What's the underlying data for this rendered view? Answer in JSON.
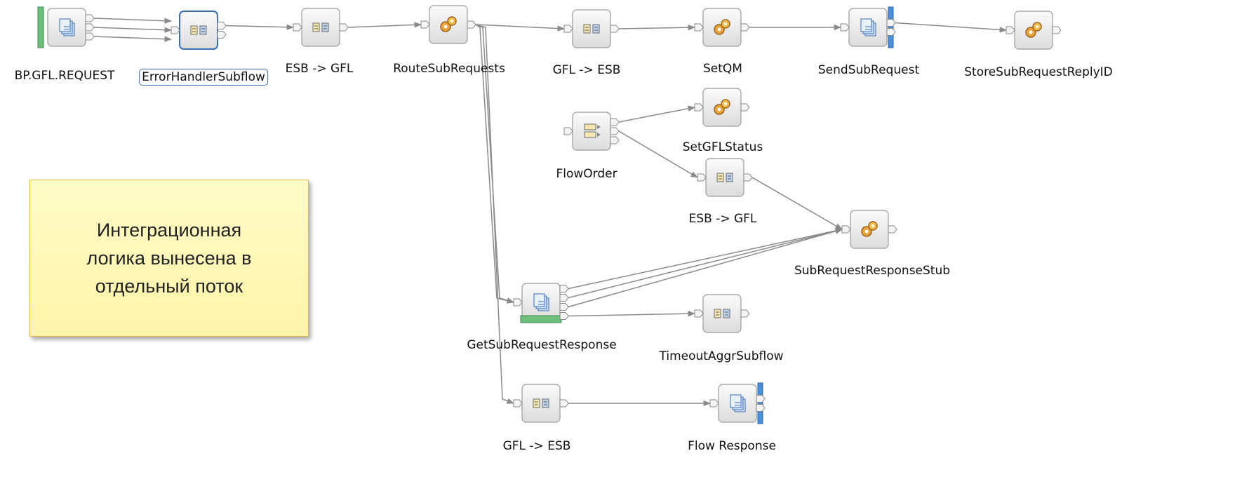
{
  "diagram": {
    "nodes": [
      {
        "id": "n_request",
        "label": "BP.GFL.REQUEST",
        "icon": "mq-input-icon",
        "selected": false
      },
      {
        "id": "n_error",
        "label": "ErrorHandlerSubflow",
        "icon": "subflow-icon",
        "selected": true
      },
      {
        "id": "n_esb_gfl_1",
        "label": "ESB -> GFL",
        "icon": "mapping-icon",
        "selected": false
      },
      {
        "id": "n_route",
        "label": "RouteSubRequests",
        "icon": "compute-icon",
        "selected": false
      },
      {
        "id": "n_gfl_esb_1",
        "label": "GFL -> ESB",
        "icon": "mapping-icon",
        "selected": false
      },
      {
        "id": "n_setqm",
        "label": "SetQM",
        "icon": "compute-icon",
        "selected": false
      },
      {
        "id": "n_send",
        "label": "SendSubRequest",
        "icon": "mq-output-icon",
        "selected": false
      },
      {
        "id": "n_store",
        "label": "StoreSubRequestReplyID",
        "icon": "compute-icon",
        "selected": false
      },
      {
        "id": "n_flow_order",
        "label": "FlowOrder",
        "icon": "flow-order-icon",
        "selected": false
      },
      {
        "id": "n_set_status",
        "label": "SetGFLStatus",
        "icon": "compute-icon",
        "selected": false
      },
      {
        "id": "n_esb_gfl_2",
        "label": "ESB -> GFL",
        "icon": "mapping-icon",
        "selected": false
      },
      {
        "id": "n_stub",
        "label": "SubRequestResponseStub",
        "icon": "compute-icon",
        "selected": false
      },
      {
        "id": "n_get",
        "label": "GetSubRequestResponse",
        "icon": "mq-get-icon",
        "selected": false
      },
      {
        "id": "n_timeout",
        "label": "TimeoutAggrSubflow",
        "icon": "subflow-icon",
        "selected": false
      },
      {
        "id": "n_gfl_esb_2",
        "label": "GFL -> ESB",
        "icon": "mapping-icon",
        "selected": false
      },
      {
        "id": "n_response",
        "label": "Flow Response",
        "icon": "mq-output-icon",
        "selected": false
      }
    ],
    "connections": [
      {
        "from": "n_request",
        "to": "n_error"
      },
      {
        "from": "n_request",
        "to": "n_error"
      },
      {
        "from": "n_request",
        "to": "n_error"
      },
      {
        "from": "n_error",
        "to": "n_esb_gfl_1"
      },
      {
        "from": "n_esb_gfl_1",
        "to": "n_route"
      },
      {
        "from": "n_route",
        "to": "n_gfl_esb_1"
      },
      {
        "from": "n_gfl_esb_1",
        "to": "n_setqm"
      },
      {
        "from": "n_setqm",
        "to": "n_send"
      },
      {
        "from": "n_send",
        "to": "n_store"
      },
      {
        "from": "n_route",
        "to": "n_get"
      },
      {
        "from": "n_route",
        "to": "n_get"
      },
      {
        "from": "n_route",
        "to": "n_gfl_esb_2"
      },
      {
        "from": "n_flow_order",
        "to": "n_set_status"
      },
      {
        "from": "n_flow_order",
        "to": "n_esb_gfl_2"
      },
      {
        "from": "n_esb_gfl_2",
        "to": "n_stub"
      },
      {
        "from": "n_get",
        "to": "n_stub"
      },
      {
        "from": "n_get",
        "to": "n_stub"
      },
      {
        "from": "n_get",
        "to": "n_stub"
      },
      {
        "from": "n_get",
        "to": "n_timeout"
      },
      {
        "from": "n_gfl_esb_2",
        "to": "n_response"
      }
    ]
  },
  "note": {
    "text": "Интеграционная\nлогика вынесена в\nотдельный поток"
  },
  "colors": {
    "node_fill_top": "#fbfbfb",
    "node_fill_bottom": "#dcdcdc",
    "node_border": "#9a9a9a",
    "connector": "#8a8a8a",
    "input_bar": "#6dbf7a",
    "output_bar": "#4a90d9",
    "get_bar": "#6dbf7a",
    "selected_border": "#3a6fb5",
    "note_fill": "#fff6b0",
    "note_border": "#e8b84a"
  }
}
